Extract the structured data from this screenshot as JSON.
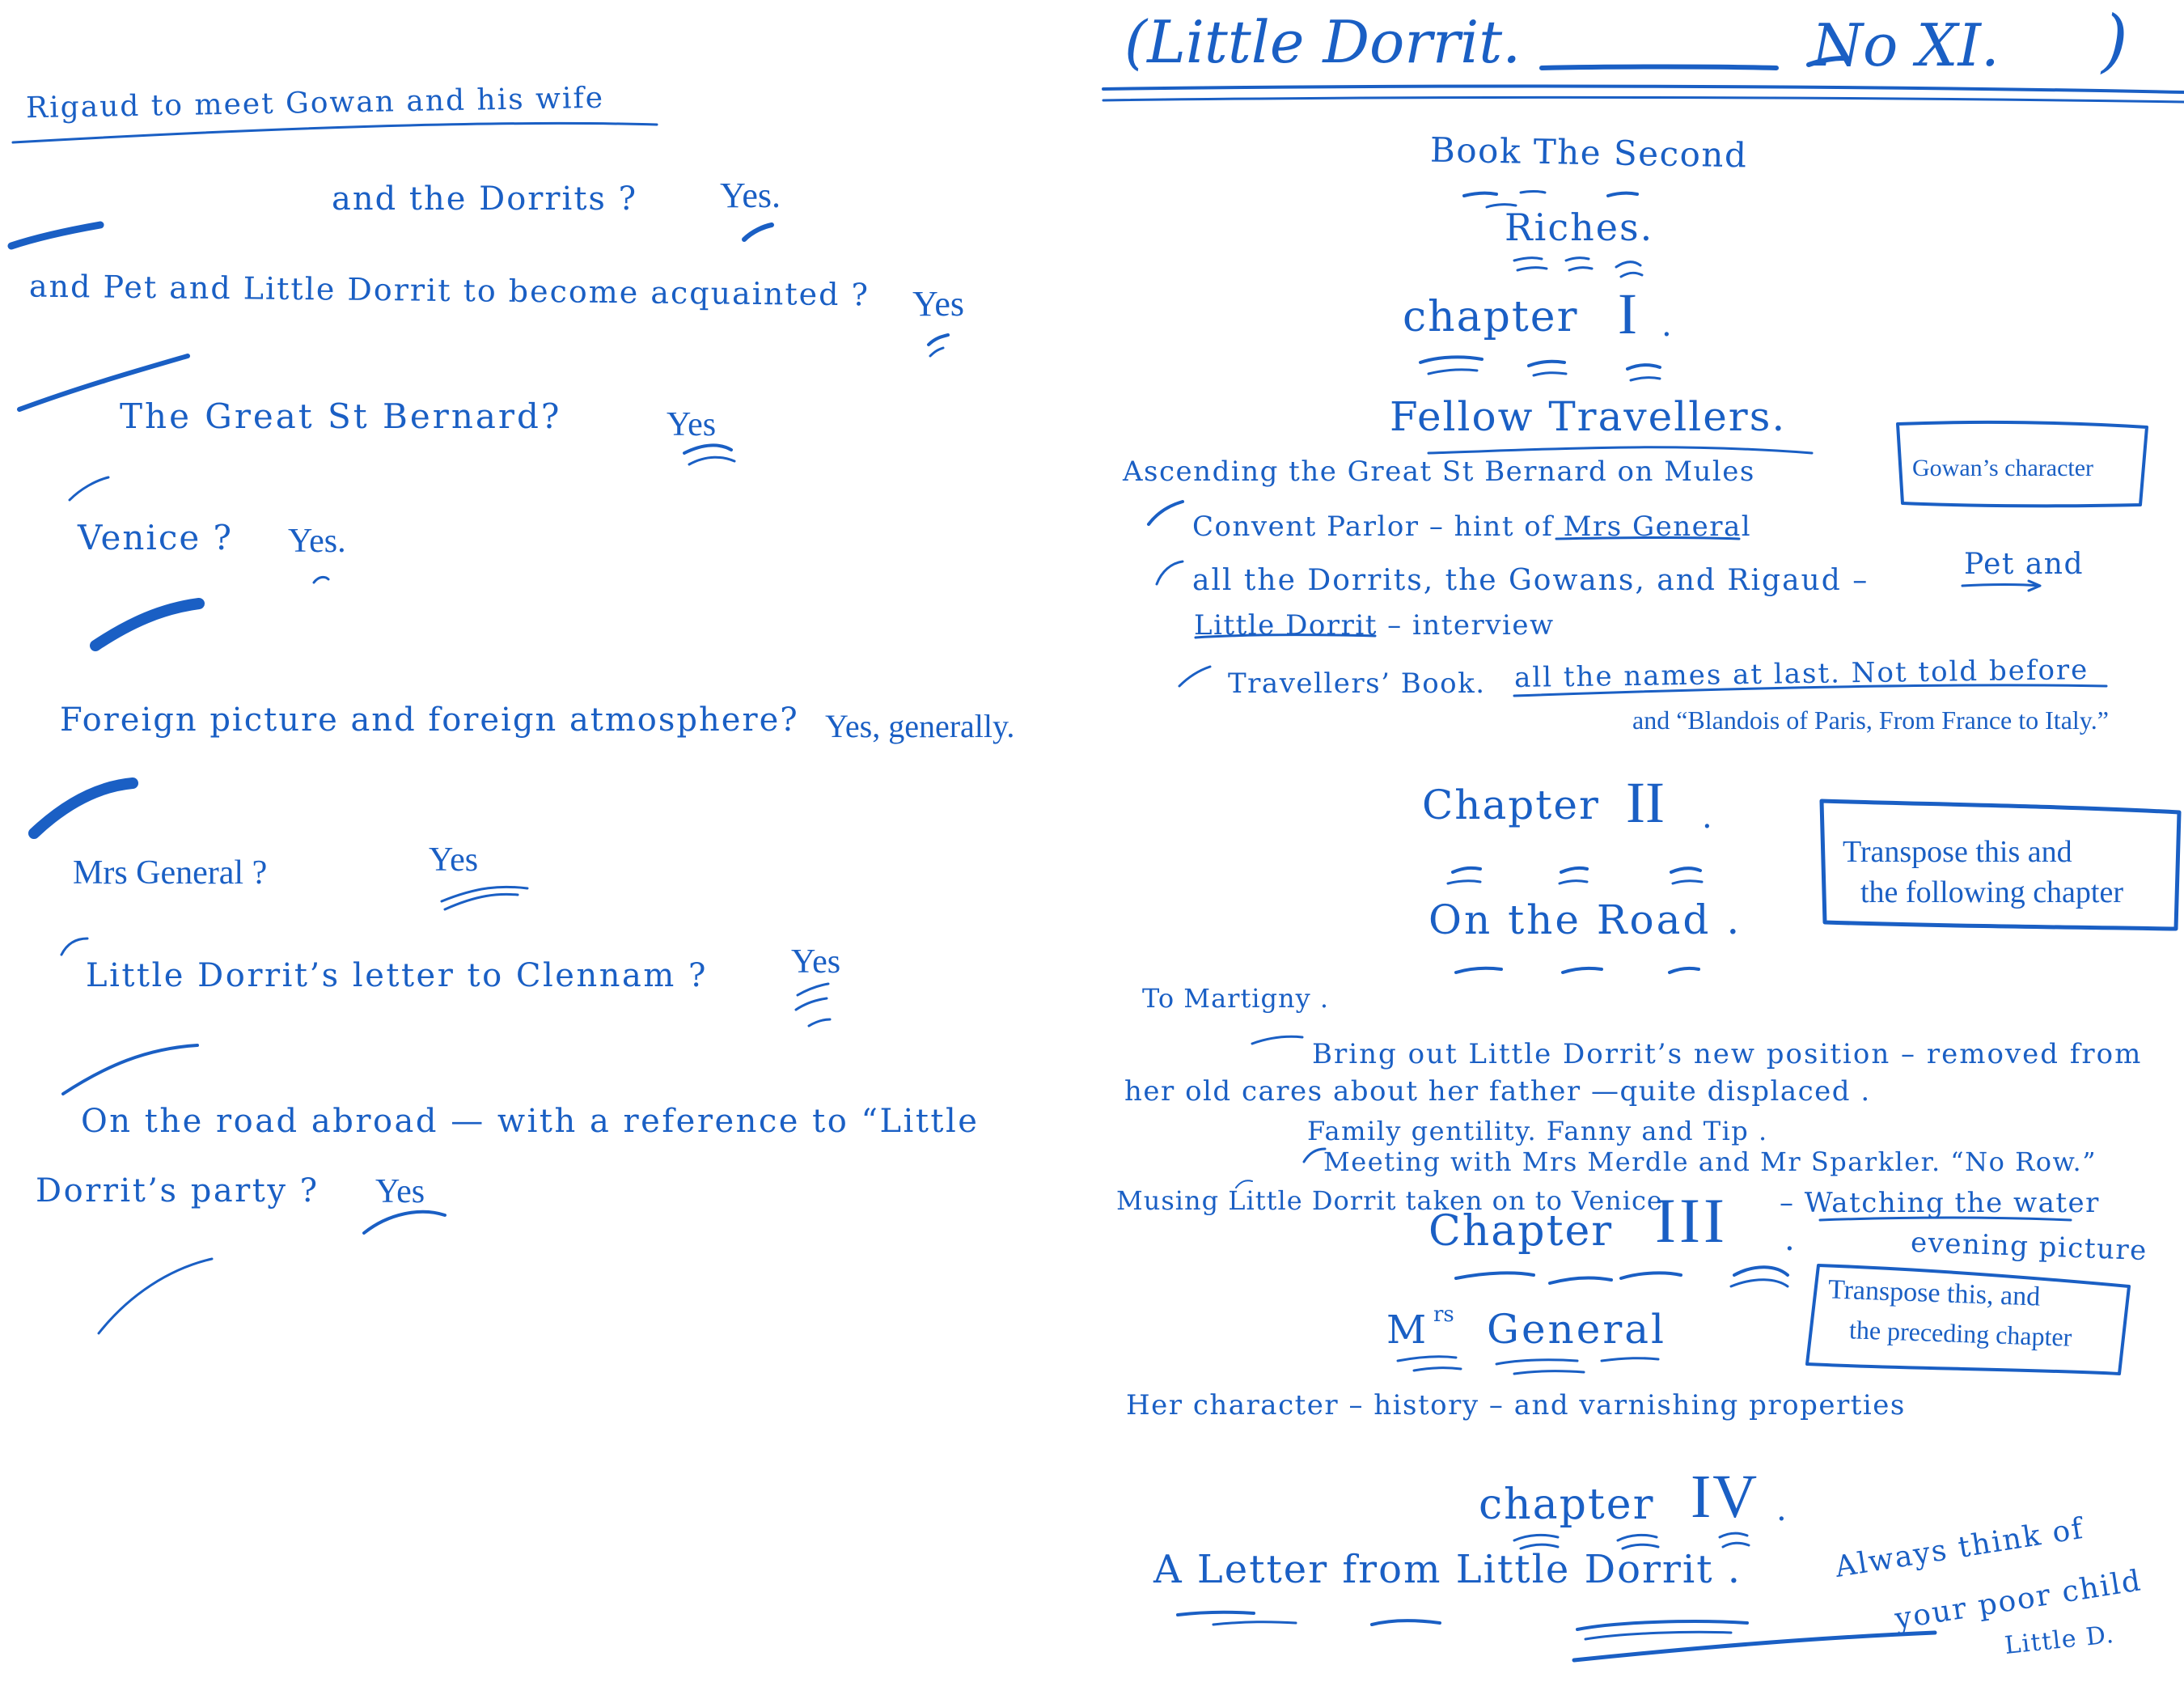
{
  "left": {
    "lines": [
      {
        "q": "Rigaud to meet Gowan and his wife"
      },
      {
        "q": "and the Dorrits  ?",
        "a": "Yes."
      },
      {
        "q": "and Pet and Little Dorrit to become acquainted ?",
        "a": "Yes"
      },
      {
        "q": "The Great St Bernard?",
        "a": "Yes"
      },
      {
        "q": "Venice  ?",
        "a": "Yes."
      },
      {
        "q": "Foreign picture and foreign atmosphere?",
        "a": "Yes, generally."
      },
      {
        "q": "Mrs General   ?",
        "a": "Yes"
      },
      {
        "q": "Little Dorrit’s letter to Clennam ?",
        "a": "Yes"
      },
      {
        "q": "On the road abroad  —  with a reference to “Little"
      },
      {
        "q": "Dorrit’s party ?",
        "a": "Yes"
      }
    ]
  },
  "right": {
    "header": {
      "title": "(Little Dorrit.",
      "number": "No XI.",
      "close": ")"
    },
    "book": "Book The Second",
    "book_title": "Riches.",
    "ch1": {
      "label": "chapter",
      "num": "I",
      "title": "Fellow Travellers.",
      "notes": [
        "Ascending the Great St Bernard on Mules",
        "Convent Parlor – hint of Mrs General",
        "all the Dorrits,  the Gowans, and Rigaud –",
        "Little Dorrit  – interview",
        "Travellers’ Book.",
        "all the names at last.  Not told before",
        "and “Blandois of Paris, From France to Italy.”",
        "Pet and"
      ],
      "box": "Gowan’s character"
    },
    "ch2": {
      "label": "Chapter",
      "num": "II",
      "title": "On the Road .",
      "box": [
        "Transpose this and",
        "the following chapter"
      ],
      "notes": [
        "To Martigny .",
        "Bring out Little Dorrit’s new position – removed from",
        "her old cares about her father —quite displaced .",
        "Family gentility.  Fanny and Tip .",
        "Meeting with Mrs Merdle and Mr Sparkler.  “No Row.”",
        "Musing Little Dorrit  taken on to Venice",
        "– Watching the water",
        "evening picture"
      ]
    },
    "ch3": {
      "label": "Chapter",
      "num": "III",
      "title_a": "M",
      "title_sup": "rs",
      "title_b": "General",
      "box": [
        "Transpose this, and",
        "the preceding chapter"
      ],
      "notes": [
        "Her character – history – and varnishing properties"
      ]
    },
    "ch4": {
      "label": "chapter",
      "num": "IV",
      "title": "A  Letter  from  Little  Dorrit .",
      "notes": [
        "Always think  of",
        "your poor child",
        "Little D."
      ]
    }
  }
}
